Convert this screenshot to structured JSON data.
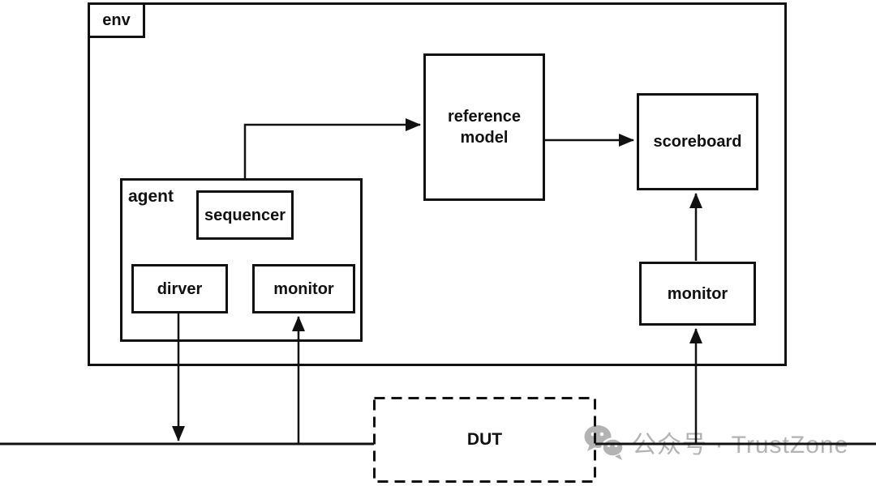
{
  "diagram": {
    "title_context": "UVM testbench environment diagram",
    "nodes": {
      "env": "env",
      "agent": "agent",
      "sequencer": "sequencer",
      "driver": "dirver",
      "agent_monitor": "monitor",
      "reference_model": "reference model",
      "scoreboard": "scoreboard",
      "env_monitor": "monitor",
      "dut": "DUT"
    },
    "connections": [
      {
        "from": "agent (sequencer side)",
        "to": "reference model",
        "arrow": "right"
      },
      {
        "from": "reference model",
        "to": "scoreboard",
        "arrow": "right"
      },
      {
        "from": "env monitor",
        "to": "scoreboard",
        "arrow": "up"
      },
      {
        "from": "dut bus",
        "to": "env monitor",
        "arrow": "up"
      },
      {
        "from": "dirver",
        "to": "dut bus",
        "arrow": "down"
      },
      {
        "from": "dut bus",
        "to": "agent monitor",
        "arrow": "up"
      }
    ],
    "colors": {
      "line": "#111111",
      "background": "#ffffff",
      "watermark": "#b3b3b3"
    }
  },
  "watermark": {
    "icon": "wechat-icon",
    "text": "公众号 · TrustZone"
  }
}
